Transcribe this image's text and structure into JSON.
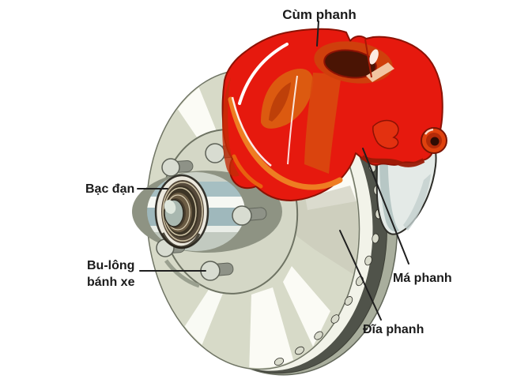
{
  "figure": {
    "labels": {
      "caliper": "Cùm phanh",
      "bearing": "Bạc đạn",
      "wheel_bolt_line1": "Bu-lông",
      "wheel_bolt_line2": "bánh xe",
      "brake_pad": "Má phanh",
      "brake_disc": "Đĩa phanh"
    },
    "colors": {
      "background": "#ffffff",
      "caliper_red": "#e6190e",
      "caliper_dark_red": "#cf3f0c",
      "caliper_accent_orange": "#ee7d22",
      "rotor_face": "#d7dac8",
      "rotor_edge_dark": "#50534a",
      "hub_stripe_blue": "#9fb8bc",
      "knuckle_gray": "#e4eae7",
      "bearing_brown": "#55493a",
      "label_text": "#1b1b1b"
    }
  }
}
